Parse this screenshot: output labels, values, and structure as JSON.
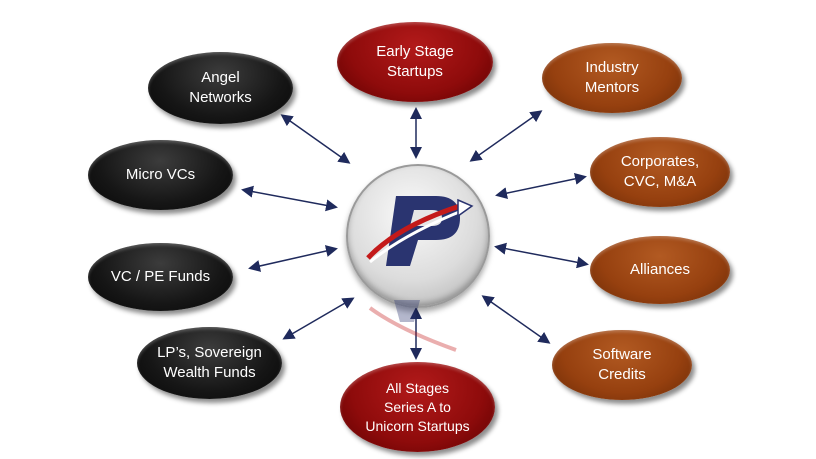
{
  "nodes": [
    {
      "id": "angel",
      "text": "Angel\nNetworks",
      "color": "#151515"
    },
    {
      "id": "micro",
      "text": "Micro VCs",
      "color": "#151515"
    },
    {
      "id": "vcpe",
      "text": "VC / PE Funds",
      "color": "#151515"
    },
    {
      "id": "lp",
      "text": "LP’s, Sovereign\nWealth Funds",
      "color": "#151515"
    },
    {
      "id": "early",
      "text": "Early Stage\nStartups",
      "color": "#8e0b0b"
    },
    {
      "id": "allstages",
      "text": "All Stages\nSeries A to\nUnicorn Startups",
      "color": "#8e0b0b"
    },
    {
      "id": "mentors",
      "text": "Industry\nMentors",
      "color": "#96400f"
    },
    {
      "id": "corporates",
      "text": "Corporates,\nCVC, M&A",
      "color": "#96400f"
    },
    {
      "id": "alliances",
      "text": "Alliances",
      "color": "#96400f"
    },
    {
      "id": "software",
      "text": "Software\nCredits",
      "color": "#96400f"
    }
  ],
  "center_logo": {
    "icon": "p-arrow-logo-icon",
    "primary_color": "#2a3470",
    "accent_color": "#c41a1a"
  },
  "arrow_color": "#1f2a5c"
}
